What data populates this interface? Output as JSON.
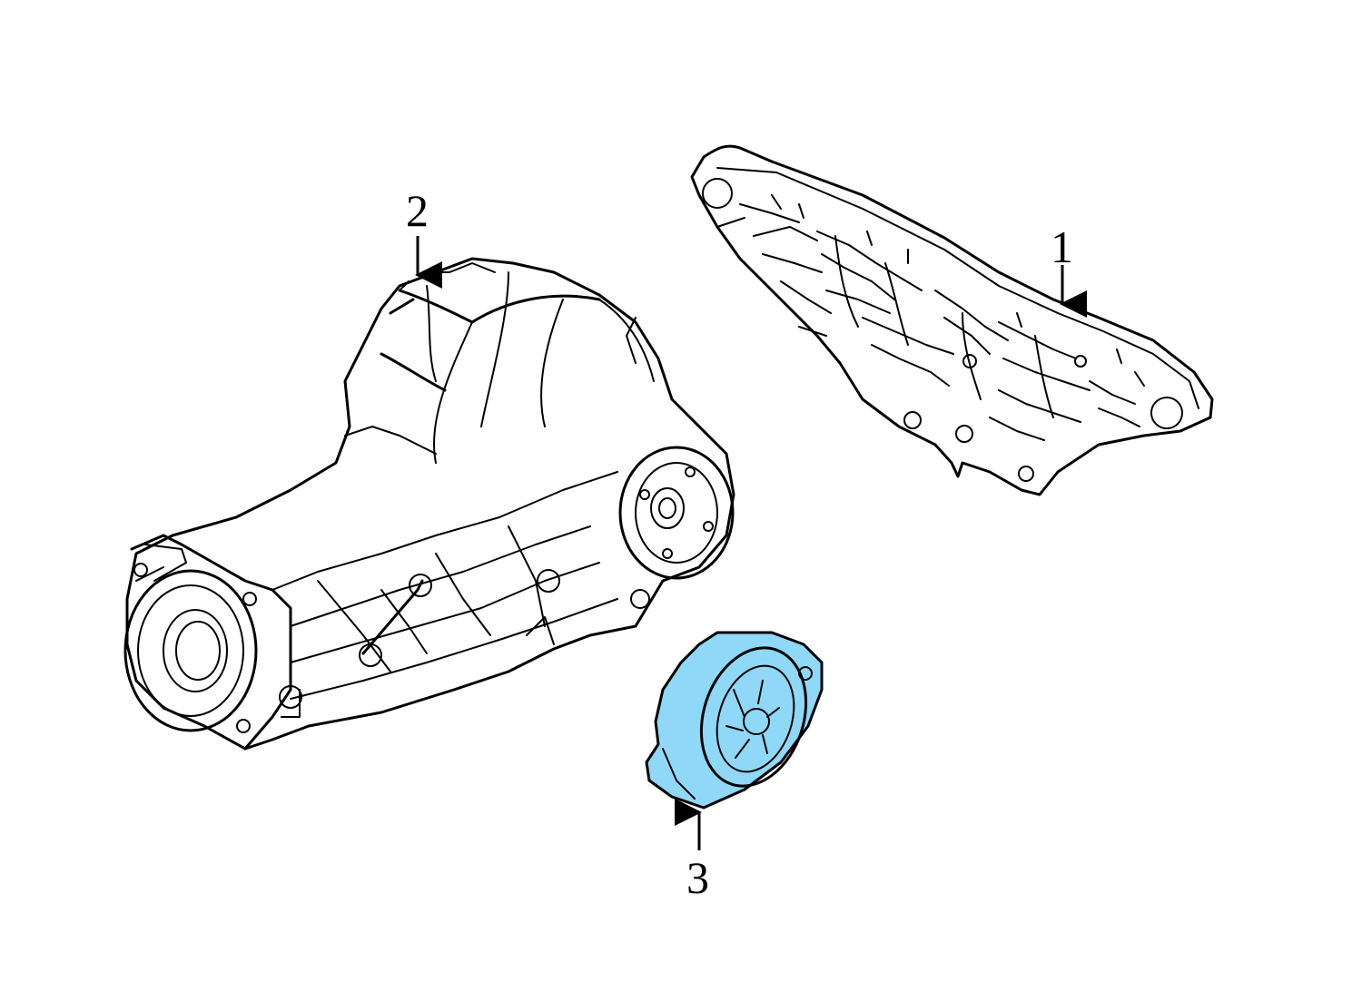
{
  "callouts": [
    {
      "number": "1"
    },
    {
      "number": "2"
    },
    {
      "number": "3"
    }
  ],
  "colors": {
    "highlight": "#8fd8f8",
    "line": "#000000",
    "background": "#ffffff"
  }
}
